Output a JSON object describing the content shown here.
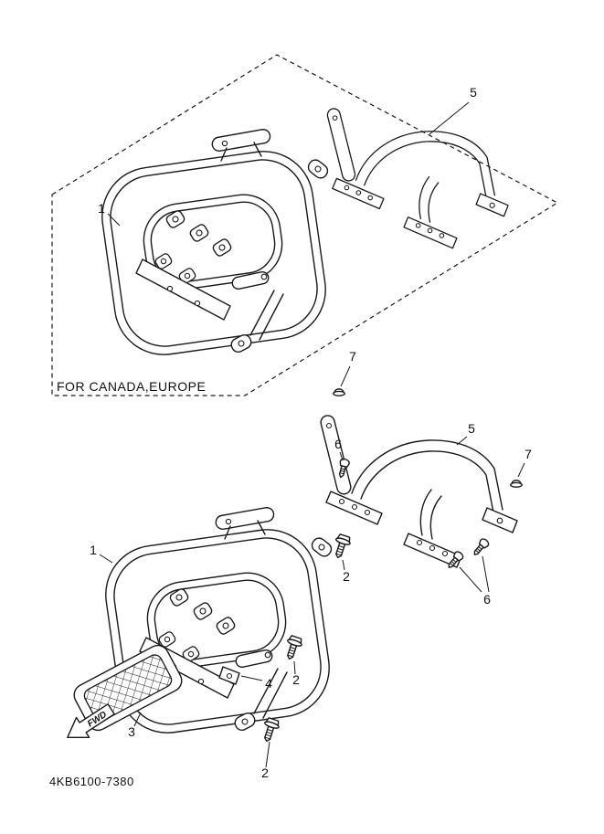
{
  "page": {
    "background": "#ffffff",
    "line_color": "#1a1a1a"
  },
  "diagram": {
    "region_label": "FOR CANADA,EUROPE",
    "part_number": "4KB6100-7380",
    "fwd_label": "FWD",
    "callouts": [
      {
        "id": "1-top",
        "text": "1"
      },
      {
        "id": "5-top",
        "text": "5"
      },
      {
        "id": "7-left",
        "text": "7"
      },
      {
        "id": "5-mid",
        "text": "5"
      },
      {
        "id": "6-left",
        "text": "6"
      },
      {
        "id": "7-right",
        "text": "7"
      },
      {
        "id": "1-bottom",
        "text": "1"
      },
      {
        "id": "2-upper",
        "text": "2"
      },
      {
        "id": "6-lower",
        "text": "6"
      },
      {
        "id": "2-middle",
        "text": "2"
      },
      {
        "id": "4",
        "text": "4"
      },
      {
        "id": "3",
        "text": "3"
      },
      {
        "id": "2-bottom",
        "text": "2"
      }
    ]
  }
}
